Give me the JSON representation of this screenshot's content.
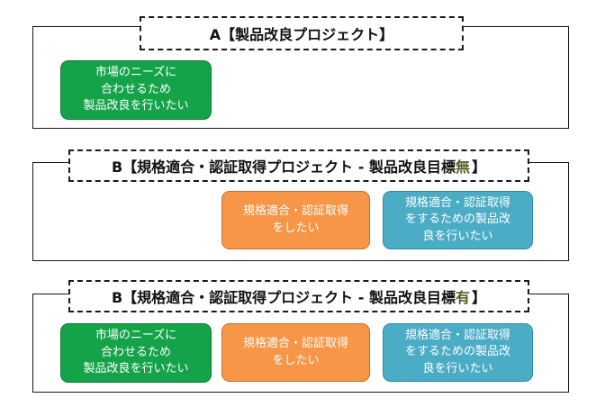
{
  "colors": {
    "green": "#15a34a",
    "orange": "#f79646",
    "blue": "#4bacc6",
    "mark": "#4f6228"
  },
  "sections": {
    "a": {
      "title": "A【製品改良プロジェクト】",
      "nodes": {
        "market": [
          "市場のニーズに",
          "合わせるため",
          "製品改良を行いたい"
        ]
      }
    },
    "b1": {
      "title_prefix": "B【規格適合・認証取得プロジェクト - 製品改良目標 ",
      "title_mark": "無",
      "title_suffix": "】",
      "nodes": {
        "cert": [
          "規格適合・認証取得",
          "をしたい"
        ],
        "cert_improve": [
          "規格適合・認証取得",
          "をするための製品改",
          "良を行いたい"
        ]
      }
    },
    "b2": {
      "title_prefix": "B【規格適合・認証取得プロジェクト - 製品改良目標 ",
      "title_mark": "有",
      "title_suffix": "】",
      "nodes": {
        "market": [
          "市場のニーズに",
          "合わせるため",
          "製品改良を行いたい"
        ],
        "cert": [
          "規格適合・認証取得",
          "をしたい"
        ],
        "cert_improve": [
          "規格適合・認証取得",
          "をするための製品改",
          "良を行いたい"
        ]
      }
    }
  }
}
